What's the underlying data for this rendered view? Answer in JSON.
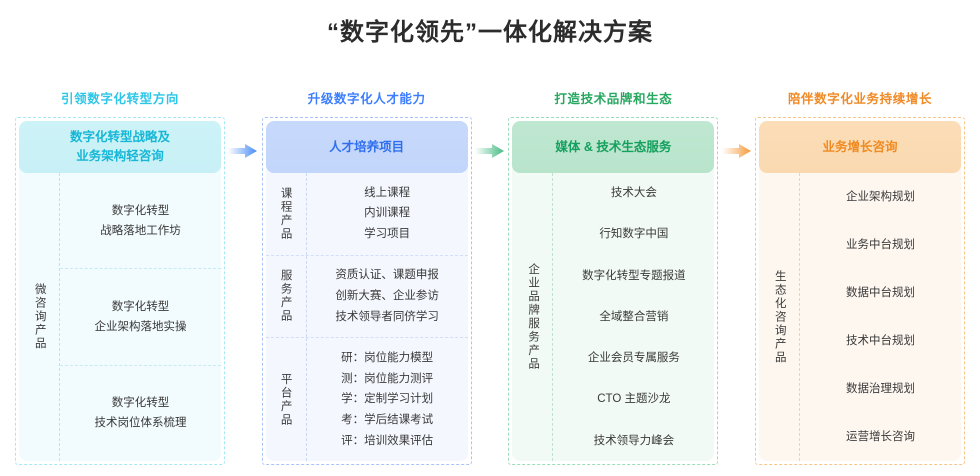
{
  "title": "“数字化领先”一体化解决方案",
  "colors": {
    "cyan": "#2ec6e6",
    "blue": "#3d7eff",
    "green": "#27a861",
    "orange": "#f08a26"
  },
  "arrows": [
    {
      "name": "arrow-col1-to-col2",
      "color": "#4a8cf7"
    },
    {
      "name": "arrow-col2-to-col3",
      "color": "#46bb84"
    },
    {
      "name": "arrow-col3-to-col4",
      "color": "#f59a3c"
    }
  ],
  "columns": [
    {
      "header": "引领数字化转型方向",
      "pill": "数字化转型战略及\n业务架构轻咨询",
      "pill_line1": "数字化转型战略及",
      "pill_line2": "业务架构轻咨询",
      "side_label": "微咨询产品",
      "rows": [
        {
          "lines": [
            "数字化转型",
            "战略落地工作坊"
          ]
        },
        {
          "lines": [
            "数字化转型",
            "企业架构落地实操"
          ]
        },
        {
          "lines": [
            "数字化转型",
            "技术岗位体系梳理"
          ]
        }
      ]
    },
    {
      "header": "升级数字化人才能力",
      "pill_line1": "人才培养项目",
      "pill_line2": "",
      "groups": [
        {
          "label": "课程产品",
          "lines": [
            "线上课程",
            "内训课程",
            "学习项目"
          ]
        },
        {
          "label": "服务产品",
          "lines": [
            "资质认证、课题申报",
            "创新大赛、企业参访",
            "技术领导者同侪学习"
          ]
        },
        {
          "label": "平台产品",
          "lines": [
            "研：岗位能力模型",
            "测：岗位能力测评",
            "学：定制学习计划",
            "考：学后结课考试",
            "评：培训效果评估"
          ]
        }
      ]
    },
    {
      "header": "打造技术品牌和生态",
      "pill_line1": "媒体 & 技术生态服务",
      "pill_line2": "",
      "side_label": "企业品牌服务产品",
      "rows": [
        {
          "lines": [
            "技术大会"
          ]
        },
        {
          "lines": [
            "行知数字中国"
          ]
        },
        {
          "lines": [
            "数字化转型专题报道"
          ]
        },
        {
          "lines": [
            "全域整合营销"
          ]
        },
        {
          "lines": [
            "企业会员专属服务"
          ]
        },
        {
          "lines": [
            "CTO 主题沙龙"
          ]
        },
        {
          "lines": [
            "技术领导力峰会"
          ]
        }
      ]
    },
    {
      "header": "陪伴数字化业务持续增长",
      "pill_line1": "业务增长咨询",
      "pill_line2": "",
      "side_label": "生态化咨询产品",
      "rows": [
        {
          "lines": [
            "企业架构规划"
          ]
        },
        {
          "lines": [
            "业务中台规划"
          ]
        },
        {
          "lines": [
            "数据中台规划"
          ]
        },
        {
          "lines": [
            "技术中台规划"
          ]
        },
        {
          "lines": [
            "数据治理规划"
          ]
        },
        {
          "lines": [
            "运营增长咨询"
          ]
        }
      ]
    }
  ]
}
